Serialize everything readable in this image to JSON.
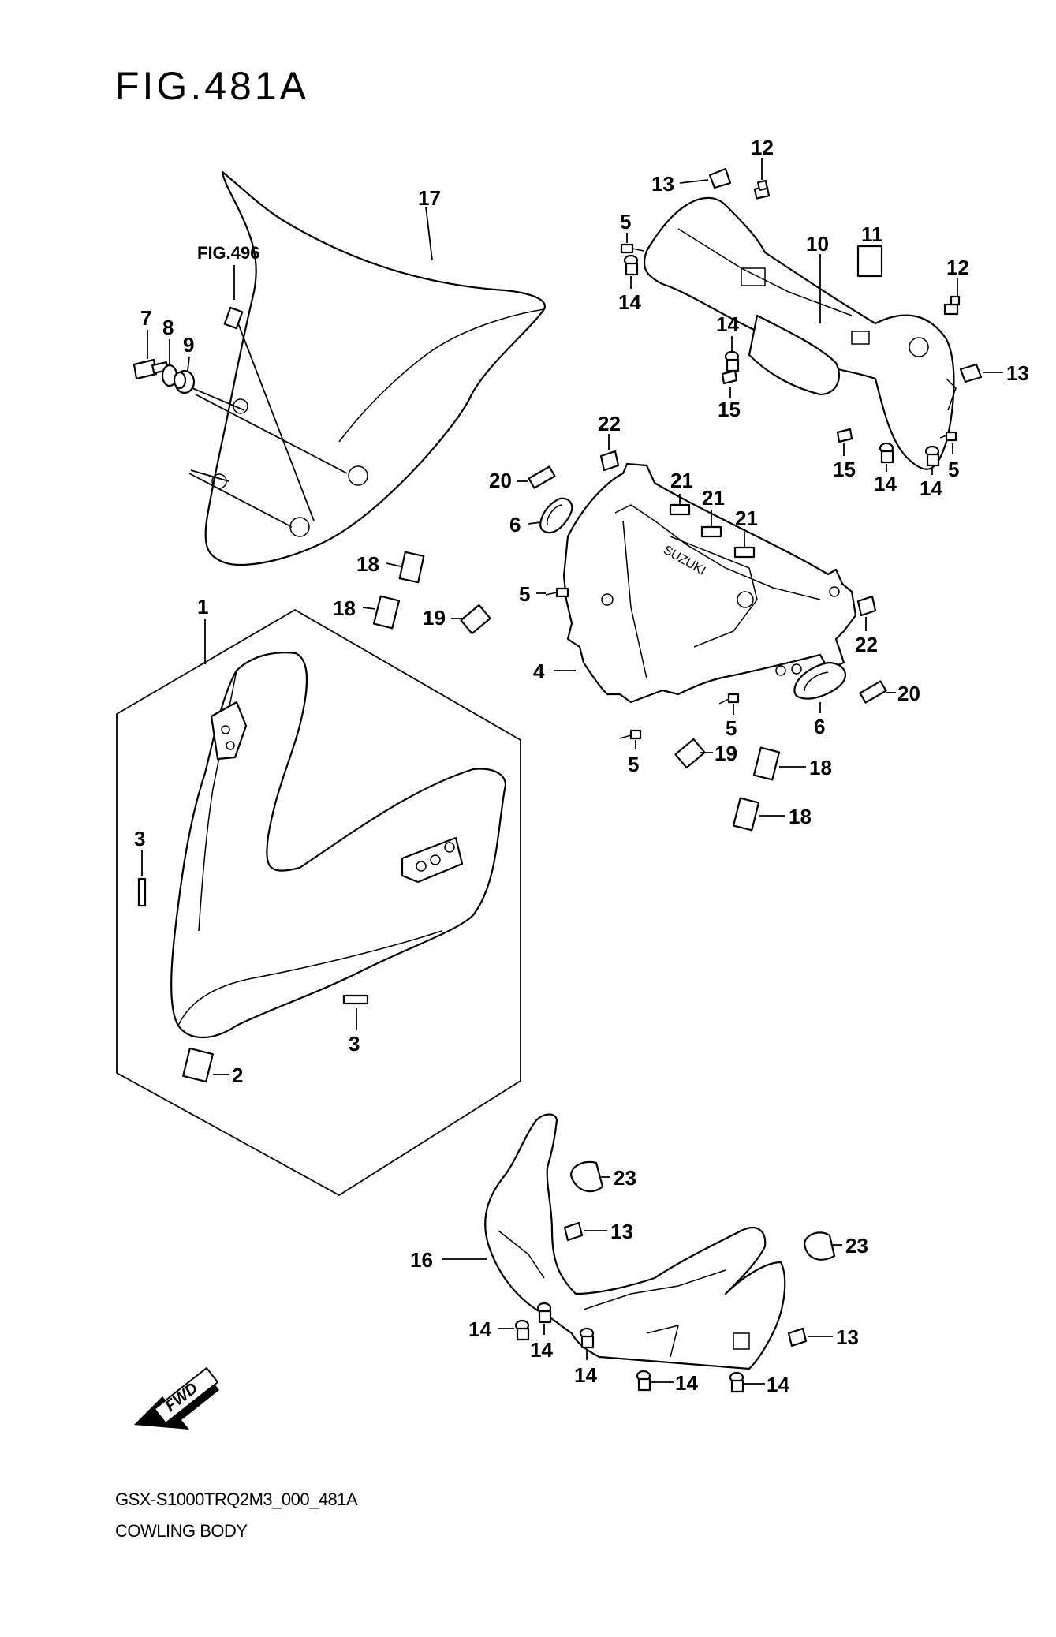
{
  "figure": {
    "title": "FIG.481A",
    "reference": "FIG.496",
    "code": "GSX-S1000TRQ2M3_000_481A",
    "name": "COWLING BODY",
    "fwd": "FWD"
  },
  "callouts": {
    "c1": "1",
    "c2": "2",
    "c3a": "3",
    "c3b": "3",
    "c4": "4",
    "c5a": "5",
    "c5b": "5",
    "c5c": "5",
    "c5d": "5",
    "c5e": "5",
    "c6a": "6",
    "c6b": "6",
    "c7": "7",
    "c8": "8",
    "c9": "9",
    "c10": "10",
    "c11": "11",
    "c12a": "12",
    "c12b": "12",
    "c13a": "13",
    "c13b": "13",
    "c13c": "13",
    "c13d": "13",
    "c14a": "14",
    "c14b": "14",
    "c14c": "14",
    "c14d": "14",
    "c14e": "14",
    "c14f": "14",
    "c14g": "14",
    "c14h": "14",
    "c14i": "14",
    "c15a": "15",
    "c15b": "15",
    "c16": "16",
    "c17": "17",
    "c18a": "18",
    "c18b": "18",
    "c18c": "18",
    "c18d": "18",
    "c19a": "19",
    "c19b": "19",
    "c20a": "20",
    "c20b": "20",
    "c21a": "21",
    "c21b": "21",
    "c21c": "21",
    "c22a": "22",
    "c22b": "22",
    "c23a": "23",
    "c23b": "23"
  }
}
